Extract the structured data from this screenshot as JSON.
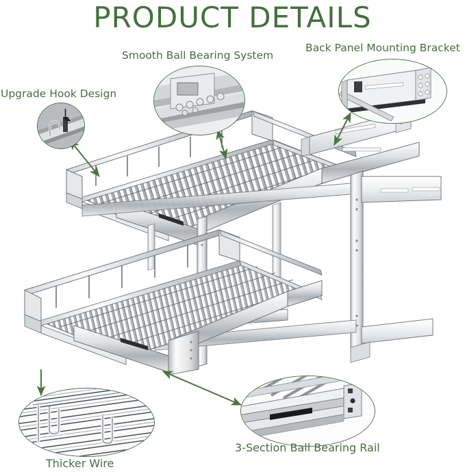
{
  "header": {
    "title": "PRODUCT DETAILS",
    "title_color": "#44703d"
  },
  "theme": {
    "accent_green": "#4a6b46",
    "arrow_green": "#4f7344",
    "metal_light": "#f2f3f4",
    "metal_mid": "#c9ccce",
    "metal_dark": "#8d9194",
    "outline": "#6e7276",
    "background": "#ffffff"
  },
  "callouts": [
    {
      "id": "upgrade-hook",
      "label": "Upgrade Hook Design",
      "inset_name": "upgrade-hook-inset",
      "inset_shape": "circle",
      "arrow": "single-head"
    },
    {
      "id": "smooth-ball-bearing",
      "label": "Smooth Ball Bearing System",
      "inset_name": "smooth-ball-bearing-inset",
      "inset_shape": "ellipse",
      "arrow": "single-head"
    },
    {
      "id": "back-panel-mounting-bracket",
      "label": "Back Panel Mounting Bracket",
      "inset_name": "back-panel-mounting-bracket-inset",
      "inset_shape": "ellipse",
      "arrow": "single-head"
    },
    {
      "id": "thicker-wire",
      "label": "Thicker Wire",
      "inset_name": "thicker-wire-inset",
      "inset_shape": "ellipse",
      "arrow": "single-head"
    },
    {
      "id": "3-section-ball-bearing-rail",
      "label": "3-Section Ball Bearing Rail",
      "inset_name": "3-section-ball-bearing-rail-inset",
      "inset_shape": "ellipse",
      "arrow": "double-head"
    }
  ],
  "product": {
    "name": "two-tier-pull-out-wire-basket-organizer",
    "description": "Two-tier chrome wire pull-out cabinet organizer with ball bearing slide rails and back panel mounting brackets",
    "tiers": 2
  }
}
